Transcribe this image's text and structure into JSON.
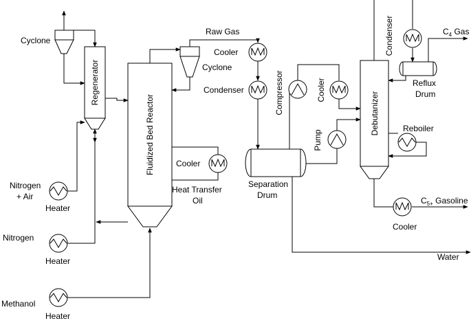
{
  "labels": {
    "cyclone_1": "Cyclone",
    "regenerator": "Regenerator",
    "fluidized_bed_reactor": "Fluidized Bed Reactor",
    "raw_gas": "Raw Gas",
    "cooler_1": "Cooler",
    "cyclone_2": "Cyclone",
    "condenser_1": "Condenser",
    "cooler_hto": "Cooler",
    "heat_transfer_oil_1": "Heat Transfer",
    "heat_transfer_oil_2": "Oil",
    "nitrogen_air_1": "Nitrogen",
    "nitrogen_air_2": "+ Air",
    "heater_1": "Heater",
    "nitrogen": "Nitrogen",
    "heater_2": "Heater",
    "methanol": "Methanol",
    "heater_3": "Heater",
    "compressor": "Compressor",
    "cooler_2": "Cooler",
    "pump": "Pump",
    "separation_drum_1": "Separation",
    "separation_drum_2": "Drum",
    "water": "Water",
    "debutanizer": "Debutanizer",
    "condenser_2": "Condenser",
    "c4_gas_prefix": "C",
    "c4_gas_sub": "4",
    "c4_gas_suffix": " Gas",
    "reflux_drum_1": "Reflux",
    "reflux_drum_2": "Drum",
    "reboiler": "Reboiler",
    "c5_gasoline_prefix": "C",
    "c5_gasoline_sub": "5+",
    "c5_gasoline_suffix": " Gasoline",
    "cooler_3": "Cooler"
  }
}
